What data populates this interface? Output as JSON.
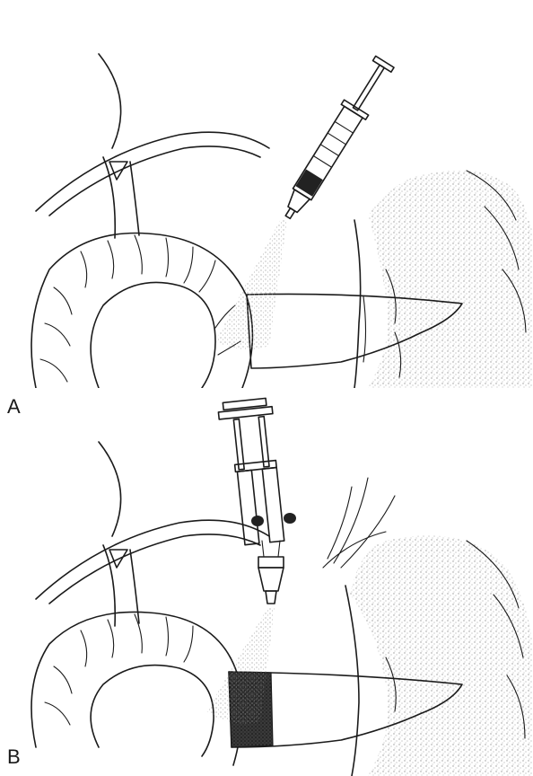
{
  "figure": {
    "panels": [
      {
        "label": "A",
        "applicator": "single-barrel-syringe",
        "spray": "aerosol-mist"
      },
      {
        "label": "B",
        "applicator": "dual-barrel-syringe",
        "spray": "aerosol-mist"
      }
    ]
  },
  "colors": {
    "ink": "#1b1b1b",
    "mist": "#bdbdbd",
    "organ_stipple": "#d6d6d6",
    "sealant_dark": "#2a2a2a"
  }
}
